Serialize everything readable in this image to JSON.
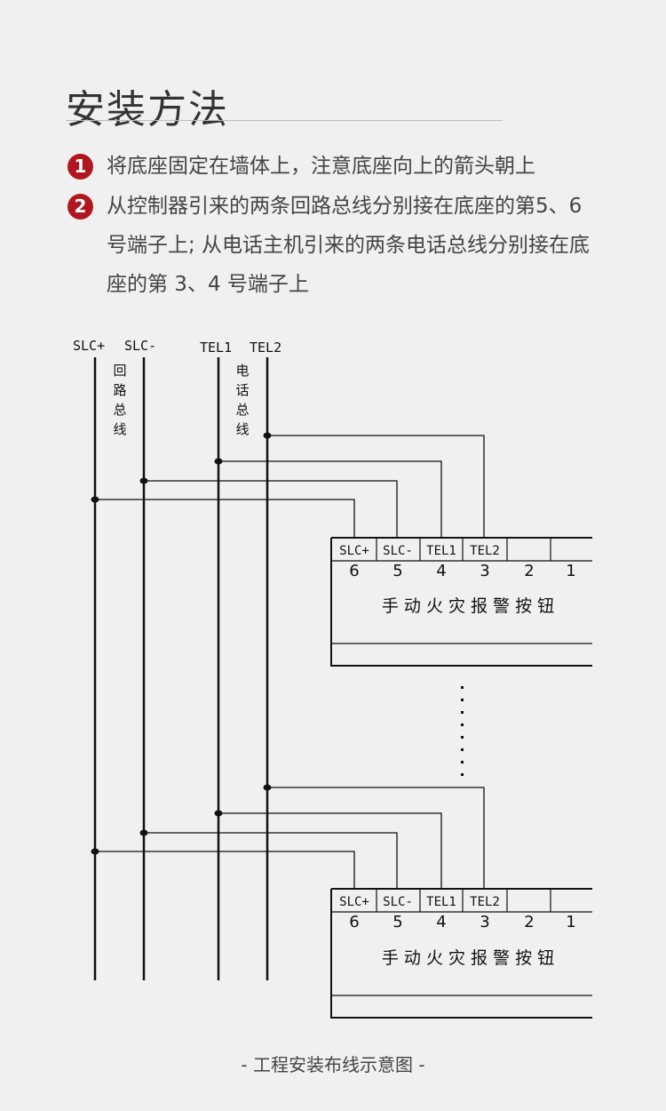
{
  "title": "安装方法",
  "steps": [
    {
      "number": "1",
      "text": "将底座固定在墙体上，注意底座向上的箭头朝上"
    },
    {
      "number": "2",
      "text": "从控制器引来的两条回路总线分别接在底座的第5、6 号端子上; 从电话主机引来的两条电话总线分别接在底座的第 3、4 号端子上"
    }
  ],
  "diagram": {
    "bus_labels": {
      "slc_plus": "SLC+",
      "slc_minus": "SLC-",
      "tel1": "TEL1",
      "tel2": "TEL2"
    },
    "loop_bus_label": [
      "回",
      "路",
      "总",
      "线"
    ],
    "tel_bus_label": [
      "电",
      "话",
      "总",
      "线"
    ],
    "terminal_labels": [
      "SLC+",
      "SLC-",
      "TEL1",
      "TEL2",
      "",
      ""
    ],
    "terminal_numbers": [
      "6",
      "5",
      "4",
      "3",
      "2",
      "1"
    ],
    "device_name": "手 动 火 灾 报 警 按 钮"
  },
  "caption": "- 工程安装布线示意图 -"
}
